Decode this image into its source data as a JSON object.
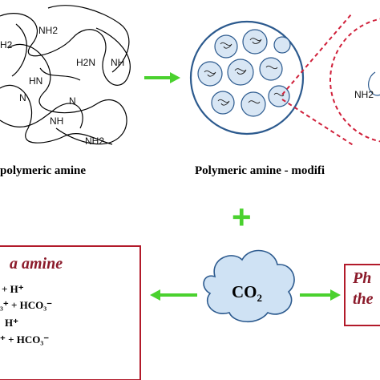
{
  "molecule": {
    "labels": [
      "NH2",
      "H2N",
      "NH",
      "HN",
      "N",
      "N",
      "NH",
      "NH2"
    ],
    "left_label": "H2"
  },
  "captions": {
    "polymeric_amine": "polymeric amine",
    "modified": "Polymeric amine - modifi"
  },
  "zoom": {
    "label": "NH2"
  },
  "plus": "+",
  "co2": {
    "label_main": "CO",
    "label_sub": "2"
  },
  "left_box": {
    "title": "a amine",
    "eq1": "+ H⁺",
    "eq2": "₃⁺ + HCO₃⁻",
    "eq3": "H⁺",
    "eq4": "⁺ + HCO₃⁻"
  },
  "right_box": {
    "title1": "Ph",
    "title2": "the"
  },
  "colors": {
    "arrow": "#4ad12e",
    "box_border": "#b21a2a",
    "red_text": "#8b1a2a",
    "dashed": "#d0203a",
    "bead_fill": "#d8e6f4",
    "bead_stroke": "#2c5a8e",
    "cloud_fill": "#cfe2f4",
    "cloud_stroke": "#2c5a8e"
  }
}
